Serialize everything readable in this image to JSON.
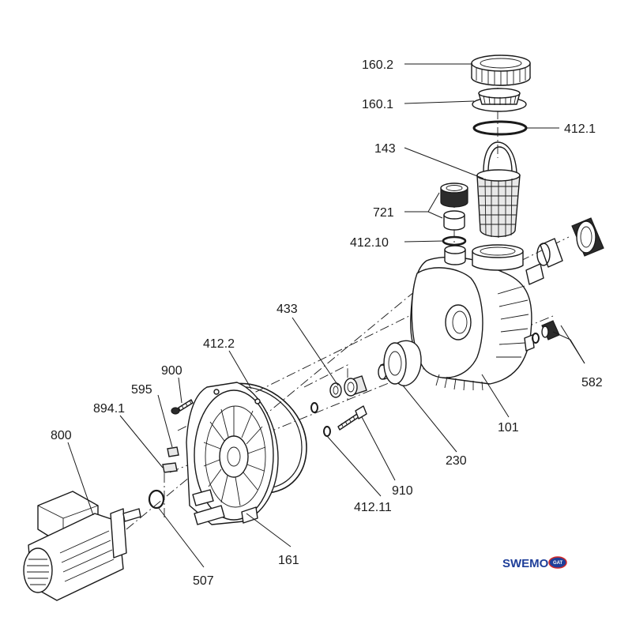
{
  "callouts": {
    "c160_2": "160.2",
    "c160_1": "160.1",
    "c412_1": "412.1",
    "c143": "143",
    "c721": "721",
    "c412_10": "412.10",
    "c433": "433",
    "c412_2": "412.2",
    "c900": "900",
    "c595": "595",
    "c894_1": "894.1",
    "c800": "800",
    "c582": "582",
    "c101": "101",
    "c230": "230",
    "c910": "910",
    "c412_11": "412.11",
    "c161": "161",
    "c507": "507"
  },
  "logo": {
    "brand": "SWEMO",
    "badge": "GAT",
    "colors": {
      "primary": "#1f3f99",
      "accent": "#d42a2a"
    }
  }
}
